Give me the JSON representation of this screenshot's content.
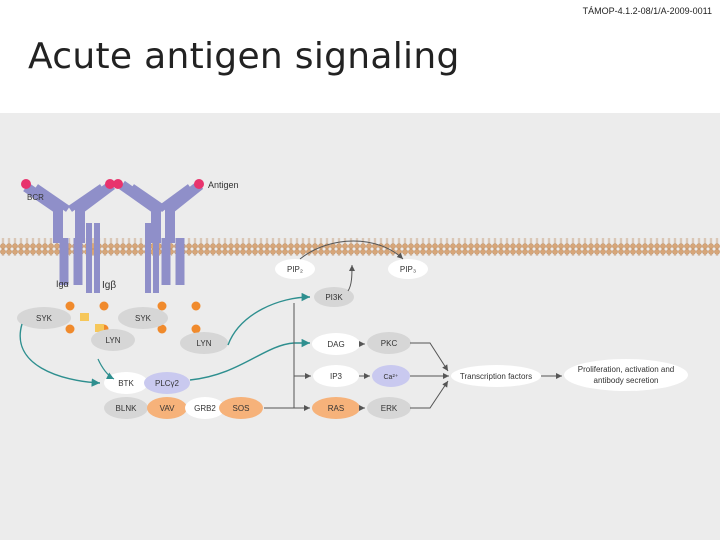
{
  "header": {
    "code": "TÁMOP-4.1.2-08/1/A-2009-0011"
  },
  "title": "Acute antigen signaling",
  "labels": {
    "antigen": "Antigen",
    "bcr": "BCR",
    "ig_alpha": "Igα",
    "ig_beta": "Igβ",
    "pip2": "PIP₂",
    "pip3": "PIP₃",
    "pi3k": "PI3K",
    "syk_left": "SYK",
    "syk_right": "SYK",
    "lyn_left": "LYN",
    "lyn_right": "LYN",
    "dag": "DAG",
    "pkc": "PKC",
    "ip3": "IP3",
    "ca": "Ca²⁺",
    "ras": "RAS",
    "erk": "ERK",
    "btk": "BTK",
    "plcg2": "PLCγ2",
    "blnk": "BLNK",
    "vav": "VAV",
    "grb2": "GRB2",
    "sos": "SOS",
    "tf": "Transcription factors",
    "prolif_1": "Proliferation, activation and",
    "prolif_2": "antibody secretion"
  },
  "colors": {
    "antibody": "#8f8fc9",
    "antigen": "#e8336d",
    "membrane_head": "#d7a679",
    "node_grey": "#d6d6d6",
    "node_orange": "#f6b27a",
    "node_lavender": "#c9c9ef",
    "node_teal": "#2f8f8f",
    "node_white": "#ffffff",
    "phospho": "#f08a2c",
    "arrow": "#2e8f8f",
    "arrow_dark": "#555555"
  }
}
